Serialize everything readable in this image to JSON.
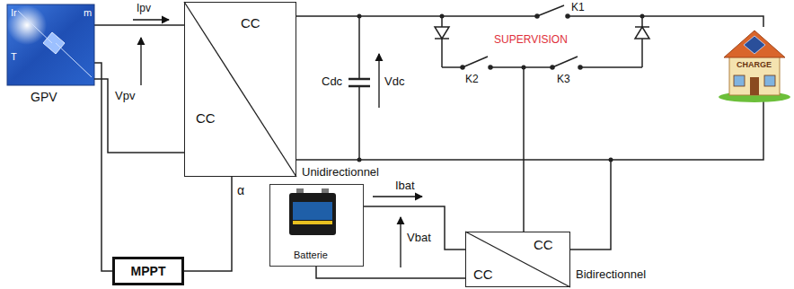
{
  "diagram": {
    "nodes": [
      {
        "text": [
          "Ir",
          "m",
          "T",
          "GPV"
        ]
      },
      {
        "text": [
          "CC",
          "CC",
          "Unidirectionnel"
        ]
      },
      {
        "text": [
          "CHARGE"
        ]
      },
      {
        "text": [
          "MPPT"
        ]
      },
      {
        "text": [
          "Batterie"
        ]
      },
      {
        "text": [
          "CC",
          "CC",
          "Bidirectionnel"
        ]
      }
    ],
    "edges": [
      {
        "from": 0,
        "to": 1,
        "arrow": "none"
      },
      {
        "from": 0,
        "to": 3,
        "arrow": "none"
      },
      {
        "from": 3,
        "to": 1,
        "arrow": "none"
      },
      {
        "from": 1,
        "to": 2,
        "arrow": "none"
      },
      {
        "from": 4,
        "to": 5,
        "arrow": "none"
      },
      {
        "from": 5,
        "to": 2,
        "arrow": "none"
      }
    ],
    "labels": [
      "Ipv",
      "Vpv",
      "Cdc",
      "Vdc",
      "SUPERVISION",
      "K1",
      "K2",
      "K3",
      "α",
      "Ibat",
      "Vbat"
    ]
  }
}
